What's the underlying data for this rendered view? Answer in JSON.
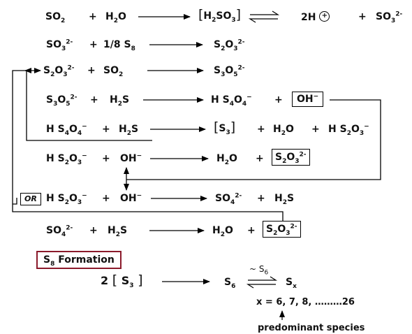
{
  "plus": "+",
  "r1": {
    "so2": "SO",
    "two": "2",
    "h2o_a": "H",
    "h2o_b": "2",
    "h2o_c": "O",
    "h2so3_a": "H",
    "h2so3_b": "2",
    "h2so3_c": "SO",
    "h2so3_d": "3",
    "prod1": "2H",
    "hplus": "+",
    "so3_a": "SO",
    "so3_b": "3",
    "so3_c": "2-"
  },
  "r2": {
    "so3_a": "SO",
    "so3_b": "3",
    "so3_c": "2-",
    "s8": "1/8 S",
    "s8_sub": "8",
    "prod_a": "S",
    "prod_b": "2",
    "prod_c": "O",
    "prod_d": "3",
    "prod_e": "2-"
  },
  "r3": {
    "a": "S",
    "b": "2",
    "c": "O",
    "d": "3",
    "e": "2-",
    "so2_a": "SO",
    "so2_b": "2",
    "prod_a": "S",
    "prod_b": "3",
    "prod_c": "O",
    "prod_d": "5",
    "prod_e": "2-"
  },
  "r4": {
    "a": "S",
    "b": "3",
    "c": "O",
    "d": "5",
    "e": "2-",
    "h2s_a": "H",
    "h2s_b": "2",
    "h2s_c": "S",
    "p1_a": "H S",
    "p1_b": "4",
    "p1_c": "O",
    "p1_d": "4",
    "p1_e": "−",
    "oh": "OH",
    "oh_e": "−"
  },
  "r5": {
    "a": "H S",
    "b": "4",
    "c": "O",
    "d": "4",
    "e": "−",
    "h2s_a": "H",
    "h2s_b": "2",
    "h2s_c": "S",
    "s3_a": "S",
    "s3_b": "3",
    "h2o_a": "H",
    "h2o_b": "2",
    "h2o_c": "O",
    "p3_a": "H S",
    "p3_b": "2",
    "p3_c": "O",
    "p3_d": "3",
    "p3_e": "−"
  },
  "r6": {
    "a": "H S",
    "b": "2",
    "c": "O",
    "d": "3",
    "e": "−",
    "oh": "OH",
    "oh_e": "−",
    "h2o_a": "H",
    "h2o_b": "2",
    "h2o_c": "O",
    "p_a": "S",
    "p_b": "2",
    "p_c": "O",
    "p_d": "3",
    "p_e": "2-"
  },
  "r7": {
    "or": "OR",
    "a": "H S",
    "b": "2",
    "c": "O",
    "d": "3",
    "e": "−",
    "oh": "OH",
    "oh_e": "−",
    "p_a": "SO",
    "p_b": "4",
    "p_c": "2-",
    "h2s_a": "H",
    "h2s_b": "2",
    "h2s_c": "S"
  },
  "r8": {
    "a": "SO",
    "b": "4",
    "c": "2-",
    "h2s_a": "H",
    "h2s_b": "2",
    "h2s_c": "S",
    "h2o_a": "H",
    "h2o_b": "2",
    "h2o_c": "O",
    "p_a": "S",
    "p_b": "2",
    "p_c": "O",
    "p_d": "3",
    "p_e": "2-"
  },
  "s8": {
    "title_a": "S",
    "title_b": "8",
    "title_c": " Formation",
    "two": "2",
    "s3_a": "S",
    "s3_b": "3",
    "s6_a": "S",
    "s6_b": "6",
    "tilde": "~ S",
    "tilde_sub": "6",
    "sx_a": "S",
    "sx_b": "x",
    "xrange": "x = 6, 7, 8, ………26",
    "predominant": "predominant species"
  }
}
